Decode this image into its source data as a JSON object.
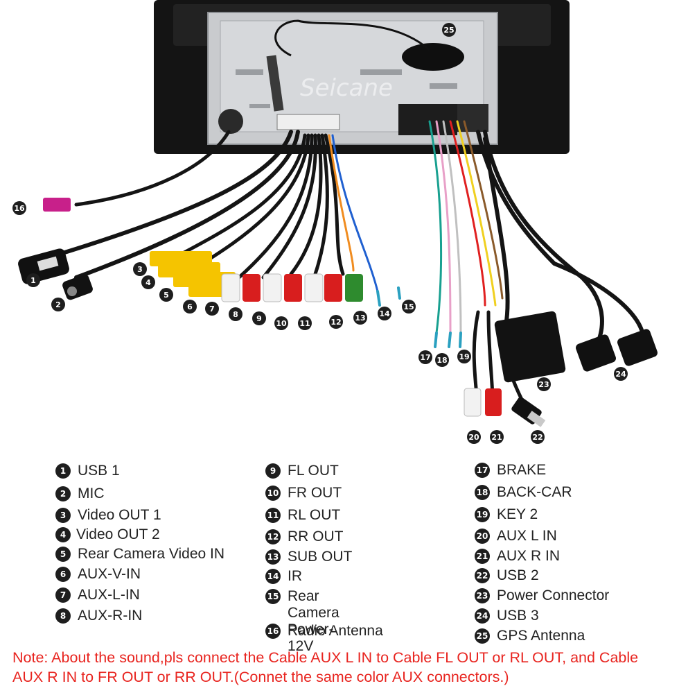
{
  "watermark": "Seicane",
  "colors": {
    "note": "#e8241f",
    "badge": "#1e1e1e",
    "rca_yellow": "#f5c400",
    "rca_red": "#d81e1e",
    "rca_white": "#f2f2f2",
    "rca_green": "#2e8b2e"
  },
  "legend": {
    "col1": [
      {
        "num": "1",
        "label": "USB 1"
      },
      {
        "num": "2",
        "label": "MIC"
      },
      {
        "num": "3",
        "label": "Video OUT 1"
      },
      {
        "num": "4",
        "label": "Video OUT 2"
      },
      {
        "num": "5",
        "label": "Rear Camera Video IN"
      },
      {
        "num": "6",
        "label": "AUX-V-IN"
      },
      {
        "num": "7",
        "label": "AUX-L-IN"
      },
      {
        "num": "8",
        "label": "AUX-R-IN"
      }
    ],
    "col2": [
      {
        "num": "9",
        "label": "FL OUT"
      },
      {
        "num": "10",
        "label": "FR OUT"
      },
      {
        "num": "11",
        "label": "RL OUT"
      },
      {
        "num": "12",
        "label": "RR OUT"
      },
      {
        "num": "13",
        "label": "SUB OUT"
      },
      {
        "num": "14",
        "label": "IR"
      },
      {
        "num": "15",
        "label": "Rear Camera\nPower-12V"
      },
      {
        "num": "16",
        "label": "Radio Antenna"
      }
    ],
    "col3": [
      {
        "num": "17",
        "label": "BRAKE"
      },
      {
        "num": "18",
        "label": "BACK-CAR"
      },
      {
        "num": "19",
        "label": "KEY 2"
      },
      {
        "num": "20",
        "label": "AUX L IN"
      },
      {
        "num": "21",
        "label": "AUX R IN"
      },
      {
        "num": "22",
        "label": "USB 2"
      },
      {
        "num": "23",
        "label": "Power Connector"
      },
      {
        "num": "24",
        "label": "USB 3"
      },
      {
        "num": "25",
        "label": "GPS Antenna"
      }
    ]
  },
  "note": "Note: About the sound,pls connect the Cable AUX L IN to Cable FL OUT or RL OUT, and Cable AUX R IN to FR OUT or RR OUT.(Connet the same color AUX connectors.)"
}
